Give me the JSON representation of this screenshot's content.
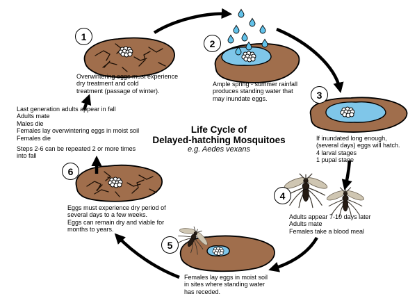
{
  "title": {
    "line1": "Life Cycle of",
    "line2": "Delayed-hatching Mosquitoes",
    "subtitle": "e.g. Aedes vexans"
  },
  "stages": [
    {
      "num": "1",
      "caption": "Overwintering eggs must experience\ndry treatment and cold\ntreatment (passage of winter)."
    },
    {
      "num": "2",
      "caption": "Ample spring - summer rainfall\nproduces standing water that\nmay inundate eggs."
    },
    {
      "num": "3",
      "caption": "If inundated long enough,\n(several days) eggs will hatch.\n4 larval stages\n1 pupal stage"
    },
    {
      "num": "4",
      "caption": "Adults appear 7-10 days later\nAdults mate\nFemales take a blood meal"
    },
    {
      "num": "5",
      "caption": "Females lay eggs in moist soil\nin sites where standing water\nhas receded."
    },
    {
      "num": "6",
      "caption": "Eggs must experience dry period of\nseveral days to a few weeks.\nEggs can remain dry and viable for\nmonths to years."
    }
  ],
  "notes": {
    "fall": "Last generation adults appear in fall\nAdults mate\nMales die\nFemales lay overwintering eggs in moist soil\nFemales die",
    "repeat": "Steps 2-6 can be repeated 2 or more times\ninto fall"
  },
  "colors": {
    "soil": "#a06e4c",
    "water": "#7fc6e9",
    "raindrop": "#62c2ea",
    "crack": "#1d1006",
    "wing": "#cfc6b2",
    "body": "#241a12"
  }
}
